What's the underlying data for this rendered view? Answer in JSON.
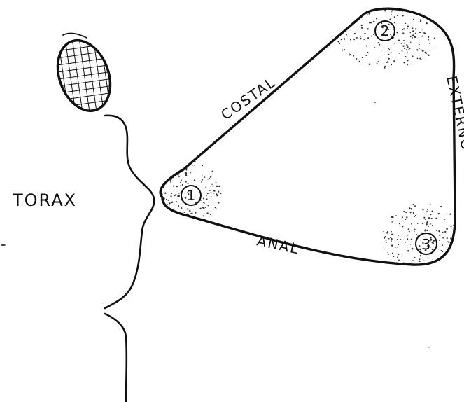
{
  "labels": {
    "thorax": "TORAX",
    "costal": "COSTAL",
    "external": "EXTERNO",
    "anal": "ANAL"
  },
  "angles": [
    {
      "number": "1"
    },
    {
      "number": "2"
    },
    {
      "number": "3"
    }
  ],
  "colors": {
    "ink": "#111111",
    "paper": "#ffffff",
    "stipple": "#333333"
  }
}
